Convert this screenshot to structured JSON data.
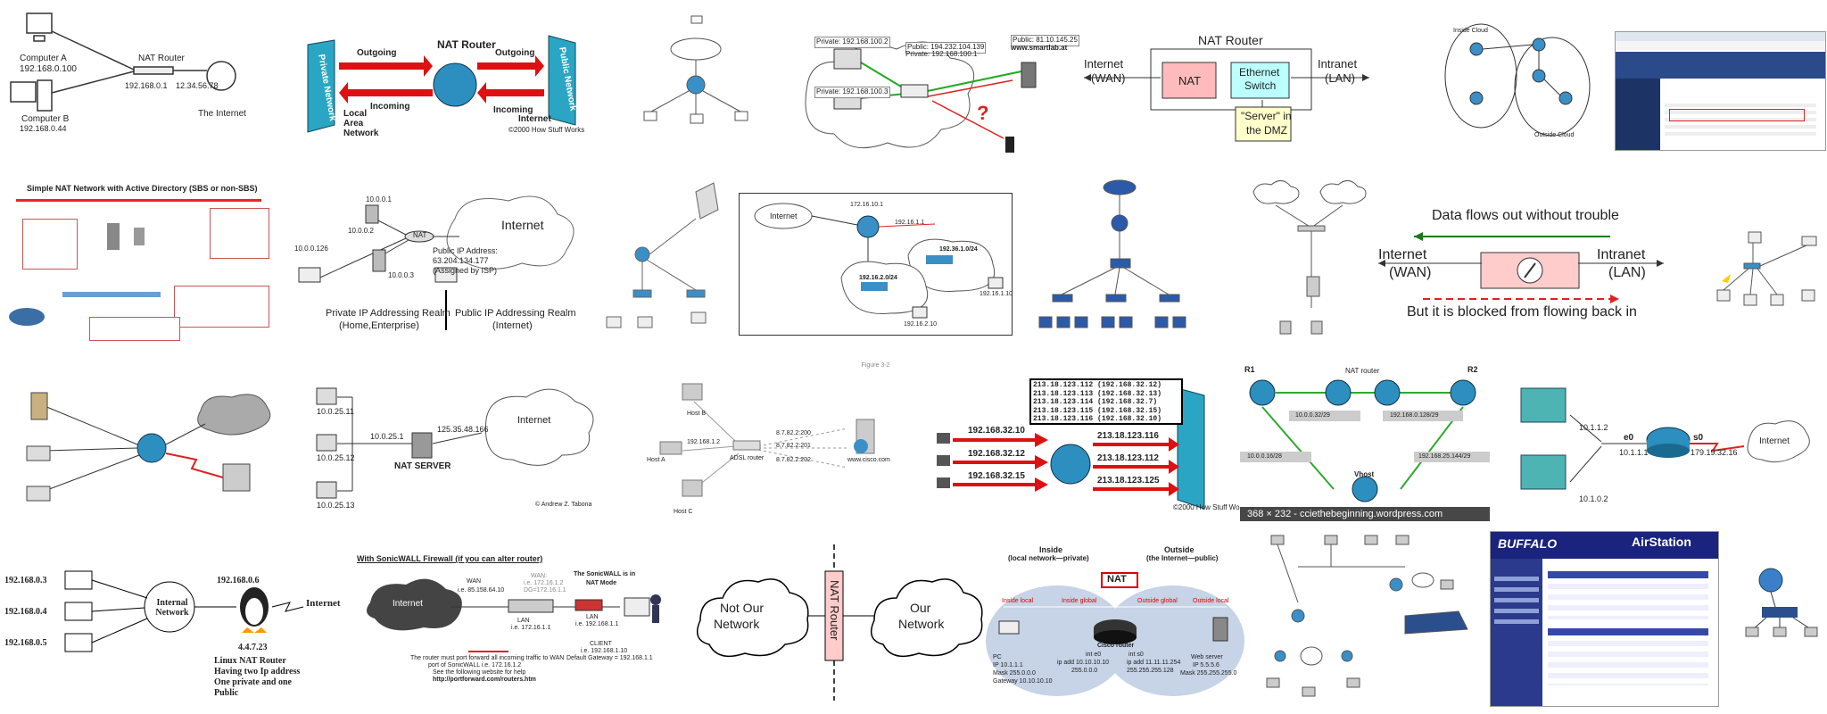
{
  "results": {
    "t1": {
      "computer_a": "Computer A",
      "ip_a": "192.168.0.100",
      "computer_b": "Computer B",
      "ip_b": "192.168.0.44",
      "router": "NAT Router",
      "ip_lan": "192.168.0.1",
      "ip_wan": "12.34.56.78",
      "internet": "The Internet"
    },
    "t2": {
      "private": "Private Network",
      "public": "Public Network",
      "nat": "NAT Router",
      "outgoing1": "Outgoing",
      "outgoing2": "Outgoing",
      "incoming1": "Incoming",
      "incoming2": "Incoming",
      "lan": "Local Area Network",
      "internet": "Internet",
      "credit": "©2000 How Stuff Works"
    },
    "t4": {
      "priv1": "Private: 192.168.100.2",
      "priv2": "Private: 192.168.100.3",
      "pub1": "Public: 194.232.104.139",
      "priv3": "Private: 192.168.100.1",
      "pub2": "Public: 81.10.145.25",
      "site": "www.smartlab.at"
    },
    "t5": {
      "title": "NAT Router",
      "internet": "Internet",
      "wan": "(WAN)",
      "intranet": "Intranet",
      "lan": "(LAN)",
      "nat": "NAT",
      "switch1": "Ethernet",
      "switch2": "Switch",
      "dmz1": "\"Server\" in",
      "dmz2": "the DMZ"
    },
    "t6": {
      "inside": "Inside Cloud",
      "outside": "Outside Cloud"
    },
    "t8": {
      "title": "Simple NAT Network with Active Directory (SBS or non-SBS)"
    },
    "t9": {
      "internet": "Internet",
      "nat": "NAT",
      "private": "Private IP Addressing Realm",
      "private2": "(Home,Enterprise)",
      "public": "Public IP Addressing Realm",
      "public2": "(Internet)",
      "pub_ip": "Public IP Address:",
      "pub_ip2": "63.204.134.177",
      "pub_ip3": "(Assigned by ISP)",
      "ip1": "10.0.0.126",
      "ip2": "10.0.0.1",
      "ip3": "10.0.0.2",
      "ip4": "10.0.0.3"
    },
    "t11": {
      "internet": "Internet",
      "ip1": "172.16.10.1",
      "ip2": "192.16.1.1",
      "net1": "192.36.1.0/24",
      "net2": "192.16.2.0/24",
      "host1": "192.16.1.10",
      "host2": "192.16.2.10",
      "figure": "Figure 3-2"
    },
    "t14": {
      "out": "Data flows out without trouble",
      "internet": "Internet",
      "wan": "(WAN)",
      "intranet": "Intranet",
      "lan": "(LAN)",
      "blocked": "But it is blocked from flowing back in"
    },
    "t17": {
      "nat": "NAT SERVER",
      "ip_pub": "125.35.48.166",
      "ip_gw": "10.0.25.1",
      "h1": "10.0.25.11",
      "h2": "10.0.25.12",
      "h3": "10.0.25.13",
      "internet": "Internet",
      "credit": "© Andrew Z. Tabona"
    },
    "t18": {
      "hosta": "Host A",
      "hostb": "Host B",
      "hostc": "Host C",
      "router": "ADSL router",
      "site": "www.cisco.com",
      "ip1": "192.168.1.2",
      "ip2": "8.7.82.2:200",
      "ip3": "8.7.82.2:201",
      "ip4": "8.7.82.2:202"
    },
    "t19": {
      "list": [
        "213.18.123.112 (192.168.32.12)",
        "213.18.123.113 (192.168.32.13)",
        "213.18.123.114 (192.168.32.7)",
        "213.18.123.115 (192.168.32.15)",
        "213.18.123.116 (192.168.32.10)"
      ],
      "in1": "192.168.32.10",
      "in2": "192.168.32.12",
      "in3": "192.168.32.15",
      "out1": "213.18.123.116",
      "out2": "213.18.123.112",
      "out3": "213.18.123.125",
      "credit": "©2000 How Stuff Works"
    },
    "t20": {
      "r1": "R1",
      "r2": "R2",
      "nat": "NAT router",
      "vhost": "Vhost",
      "n1": "10.0.0.32/29",
      "n2": "192.168.0.128/29",
      "n3": "10.0.0.16/28",
      "n4": "192.168.25.144/29",
      "caption": "368 × 232 - cciethebeginning.wordpress.com"
    },
    "t21": {
      "ip1": "10.1.1.2",
      "ip2": "10.1.0.2",
      "ip_e0": "10.1.1.1",
      "ip_s0": "179.19.32.16",
      "e0": "e0",
      "s0": "s0",
      "internet": "Internet"
    },
    "t22": {
      "h1": "192.168.0.3",
      "h2": "192.168.0.4",
      "h3": "192.168.0.5",
      "net": "Internal Network",
      "gw": "192.168.0.6",
      "pub": "4.4.7.23",
      "internet": "Internet",
      "desc1": "Linux NAT Router",
      "desc2": "Having two Ip address",
      "desc3": "One private and one",
      "desc4": "Public"
    },
    "t23": {
      "title": "With SonicWALL Firewall (if you can alter router)",
      "wan": "WAN",
      "wan_ip": "i.e. 85.158.64.10",
      "wan2": "WAN:",
      "wan2_ip": "i.e. 172.16.1.2",
      "dg": "DG=172.16.1.1",
      "lan": "LAN",
      "lan_ip": "i.e. 172.16.1.1",
      "sonic": "The SonicWALL is in",
      "sonic2": "NAT Mode",
      "lan2": "LAN",
      "lan2_ip": "i.e. 192.168.1.1",
      "client": "CLIENT",
      "client_ip": "i.e. 192.168.1.10",
      "client_gw": "Default Gateway = 192.168.1.1",
      "note1": "The router must port forward all incoming traffic to WAN",
      "note2": "port of SonicWALL i.e. 172.16.1.2",
      "note3": "See the following website for help",
      "link": "http://portforward.com/routers.htm",
      "internet": "Internet"
    },
    "t24": {
      "left1": "Not Our",
      "left2": "Network",
      "mid": "NAT Router",
      "right1": "Our",
      "right2": "Network"
    },
    "t25": {
      "inside": "Inside",
      "inside2": "(local network—private)",
      "outside": "Outside",
      "outside2": "(the Internet—public)",
      "nat": "NAT",
      "il": "Inside local",
      "ig": "Inside global",
      "og": "Outside global",
      "ol": "Outside local",
      "router": "Cisco router",
      "int_e0": "int e0",
      "int_s0": "int s0",
      "pc": "PC",
      "pc_ip": "IP 10.1.1.1",
      "pc_mask": "Mask 255.0.0.0",
      "pc_gw": "Gateway 10.10.10.10",
      "r_ip1": "ip add 10.10.10.10",
      "r_ip1m": "255.0.0.0",
      "r_ip2": "ip add 11.11.11.254",
      "r_ip2m": "255.255.255.128",
      "web": "Web server",
      "web_ip": "IP 5.5.5.6",
      "web_mask": "Mask 255.255.255.0"
    },
    "t27": {
      "brand": "BUFFALO",
      "product": "AirStation"
    }
  }
}
